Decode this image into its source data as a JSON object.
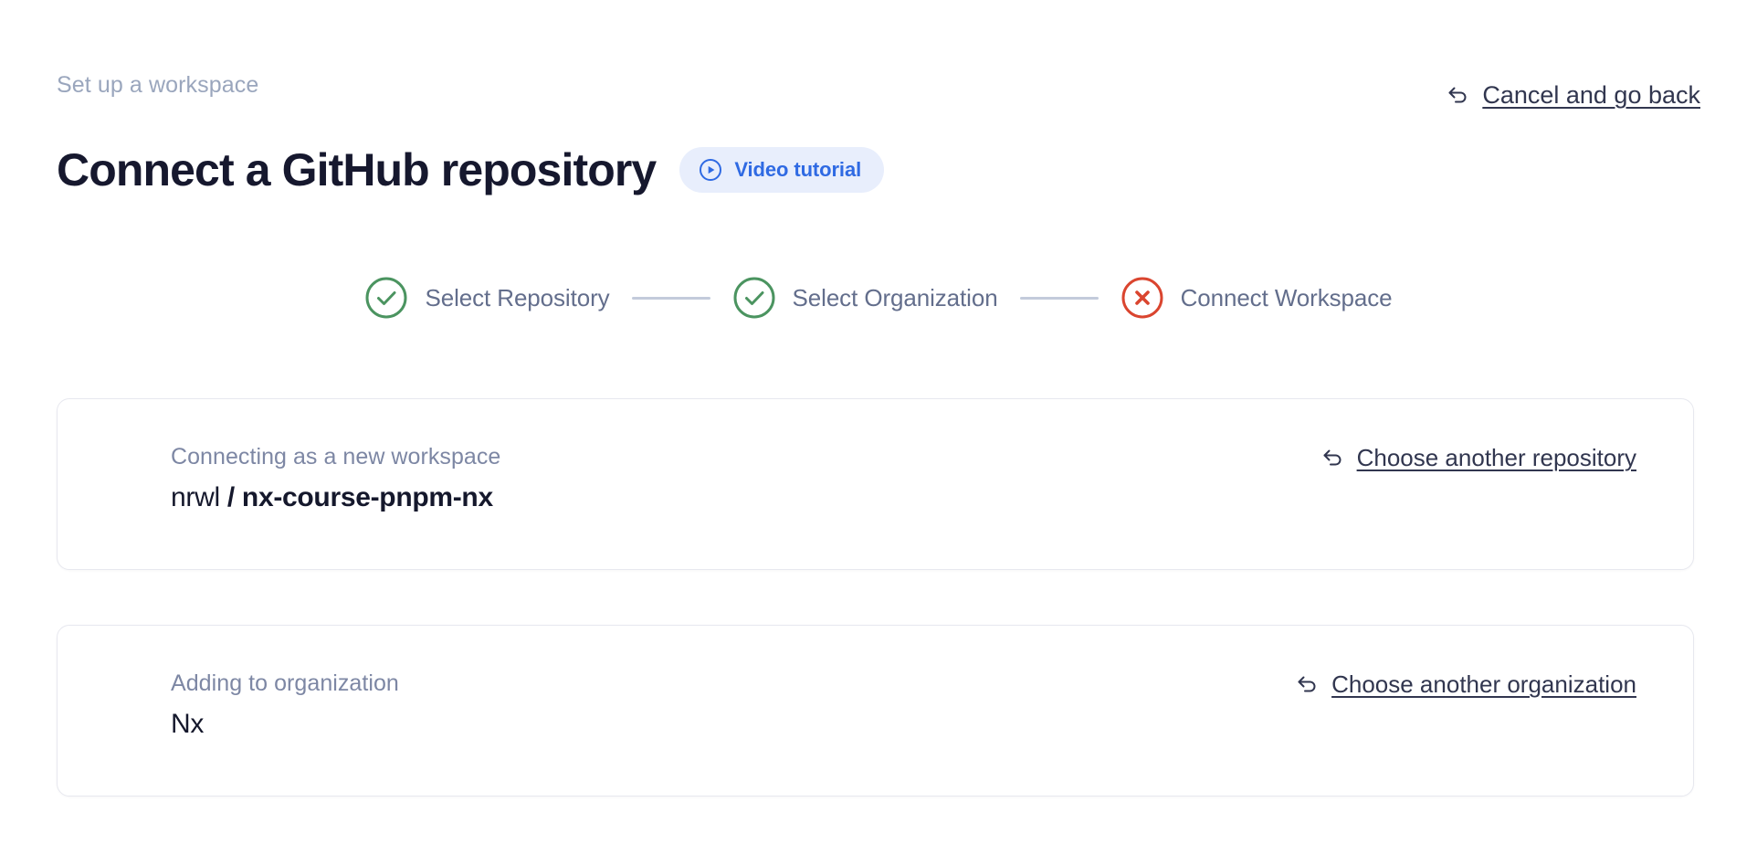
{
  "header": {
    "eyebrow": "Set up a workspace",
    "title": "Connect a GitHub repository",
    "video_badge": {
      "label": "Video tutorial",
      "icon": "play-circle-icon",
      "background": "#e8eefc",
      "text_color": "#2f6ae3"
    },
    "cancel": {
      "label": "Cancel and go back",
      "icon": "undo-arrow-icon"
    }
  },
  "stepper": {
    "steps": [
      {
        "label": "Select Repository",
        "state": "complete",
        "icon": "check-circle-icon",
        "color": "#4b9460"
      },
      {
        "label": "Select Organization",
        "state": "complete",
        "icon": "check-circle-icon",
        "color": "#4b9460"
      },
      {
        "label": "Connect Workspace",
        "state": "error",
        "icon": "x-circle-icon",
        "color": "#da452f"
      }
    ],
    "connector_color": "#c3cbdb",
    "label_color": "#636e8c"
  },
  "cards": [
    {
      "id": "repository",
      "caption": "Connecting as a new workspace",
      "value_owner": "nrwl",
      "value_separator": " / ",
      "value_name": "nx-course-pnpm-nx",
      "action_label": "Choose another repository",
      "action_icon": "undo-arrow-icon"
    },
    {
      "id": "organization",
      "caption": "Adding to organization",
      "value_name": "Nx",
      "action_label": "Choose another organization",
      "action_icon": "undo-arrow-icon"
    }
  ],
  "theme": {
    "background": "#ffffff",
    "title_color": "#16182e",
    "eyebrow_color": "#9aa6bd",
    "card_border": "#e7e8ef",
    "link_color": "#31364f"
  }
}
